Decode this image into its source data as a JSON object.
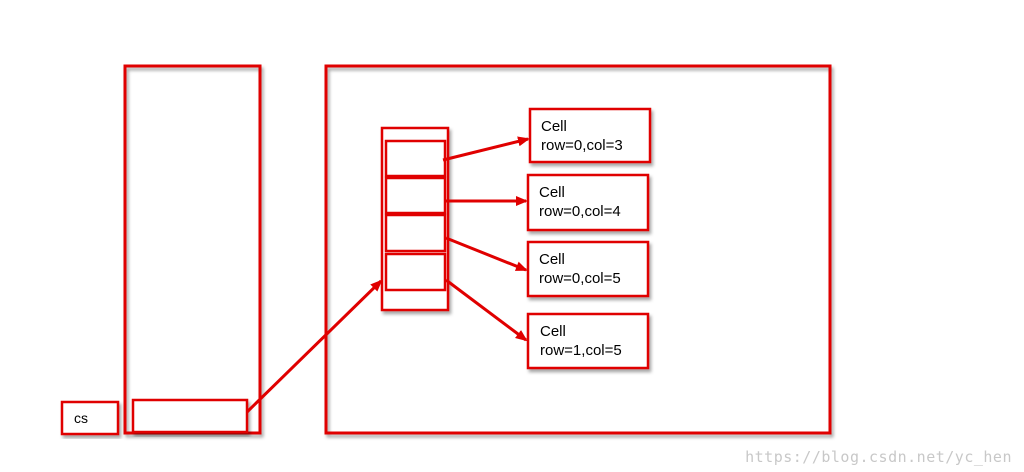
{
  "diagram": {
    "cs_label": "cs",
    "cells": [
      {
        "title": "Cell",
        "coords": "row=0,col=3"
      },
      {
        "title": "Cell",
        "coords": "row=0,col=4"
      },
      {
        "title": "Cell",
        "coords": "row=0,col=5"
      },
      {
        "title": "Cell",
        "coords": "row=1,col=5"
      }
    ],
    "accent_color": "#e00000"
  },
  "watermark": "https://blog.csdn.net/yc_hen"
}
